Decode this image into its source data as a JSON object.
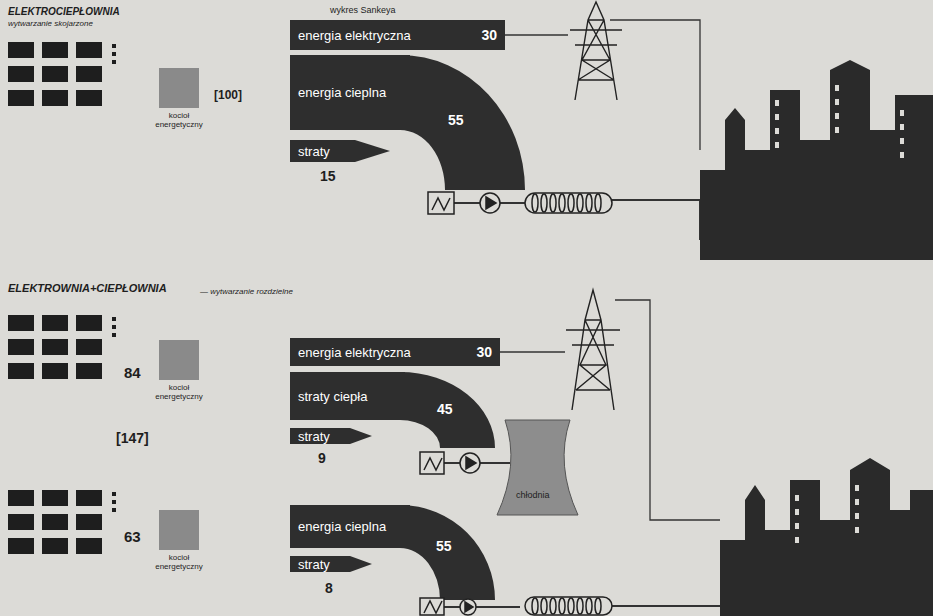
{
  "diagram": {
    "nodes": [
      {
        "text": [
          "energia elektryczna",
          "30"
        ]
      },
      {
        "text": [
          "energia cieplna"
        ]
      },
      {
        "text": [
          "straty"
        ]
      },
      {
        "text": [
          "kocioł energetyczny"
        ]
      },
      {
        "text": [
          "energia elektryczna",
          "30"
        ]
      },
      {
        "text": [
          "straty ciepła"
        ]
      },
      {
        "text": [
          "straty"
        ]
      },
      {
        "text": [
          "kocioł energetyczny"
        ]
      },
      {
        "text": [
          "energia cieplna"
        ]
      },
      {
        "text": [
          "straty"
        ]
      },
      {
        "text": [
          "kocioł energetyczny"
        ]
      }
    ],
    "labels": [
      "ELEKTROCIEPŁOWNIA",
      "wytwarzanie skojarzone",
      "wykres Sankeya",
      "[100]",
      "55",
      "15",
      "ELEKTROWNIA+CIEPŁOWNIA",
      "— wytwarzanie rozdzielne",
      "84",
      "45",
      "9",
      "[147]",
      "chłodnia",
      "63",
      "55",
      "8"
    ]
  }
}
